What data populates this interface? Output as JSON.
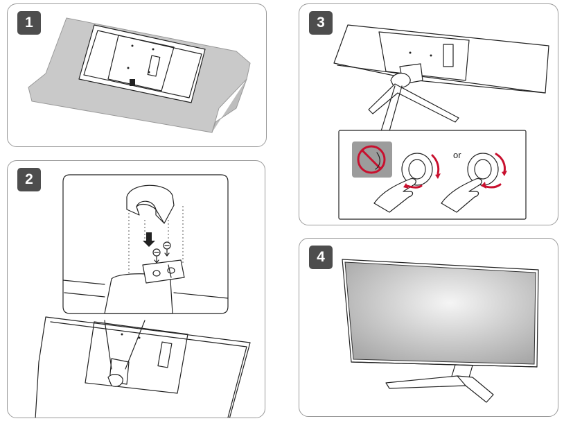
{
  "steps": [
    {
      "number": "1"
    },
    {
      "number": "2"
    },
    {
      "number": "3",
      "callout": {
        "or_label": "or"
      }
    },
    {
      "number": "4"
    }
  ],
  "colors": {
    "badge": "#4d4d4d",
    "arrow_red": "#c8102e",
    "cushion": "#c9c9c9",
    "prohibit_bg": "#9c9c9c",
    "screen_gray": "#b5b5b5"
  }
}
